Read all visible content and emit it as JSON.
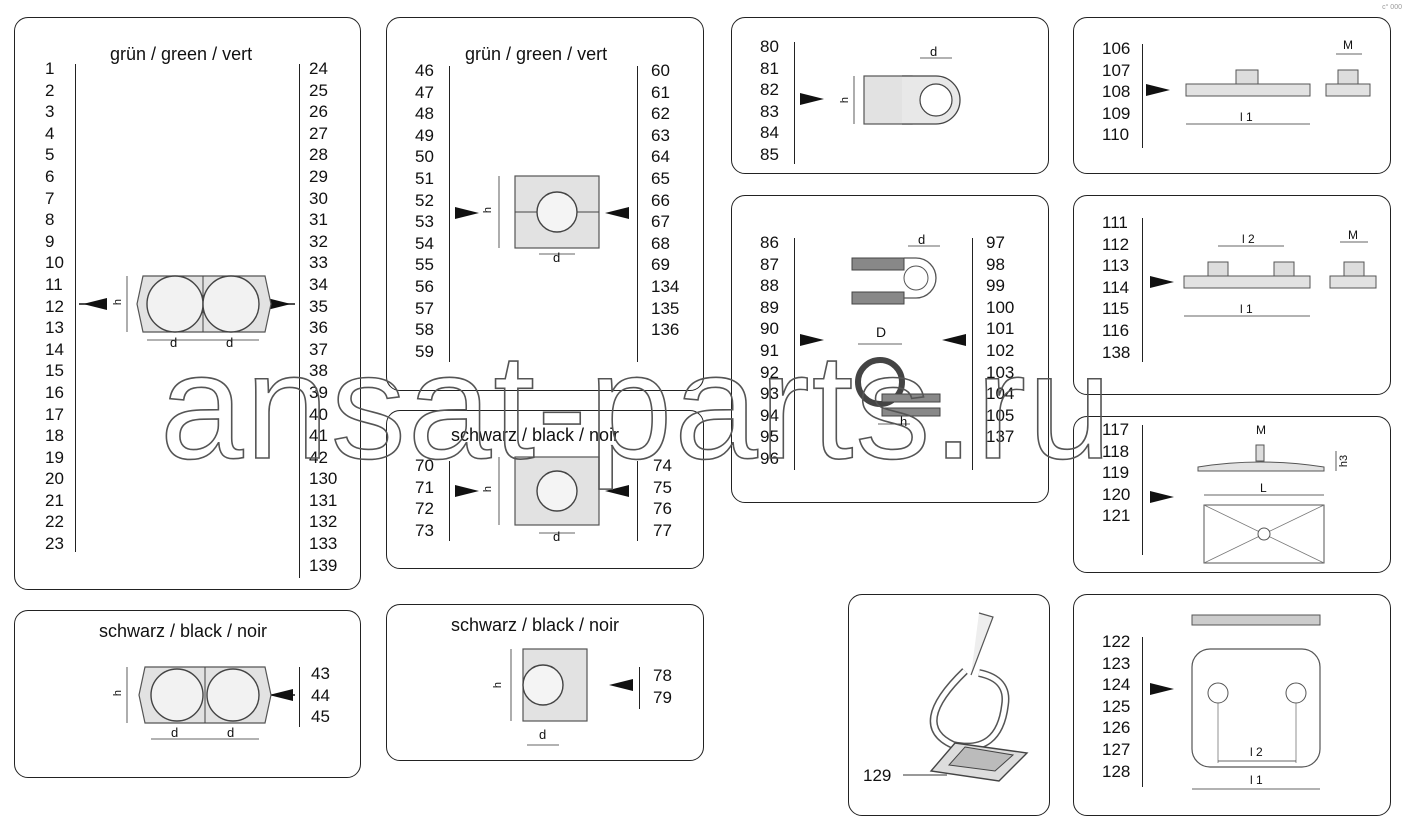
{
  "panels": {
    "p1": {
      "title": "grün / green / vert",
      "left": [
        "1",
        "2",
        "3",
        "4",
        "5",
        "6",
        "7",
        "8",
        "9",
        "10",
        "11",
        "12",
        "13",
        "14",
        "15",
        "16",
        "17",
        "18",
        "19",
        "20",
        "21",
        "22",
        "23"
      ],
      "right": [
        "24",
        "25",
        "26",
        "27",
        "28",
        "29",
        "30",
        "31",
        "32",
        "33",
        "34",
        "35",
        "36",
        "37",
        "38",
        "39",
        "40",
        "41",
        "42",
        "130",
        "131",
        "132",
        "133",
        "139"
      ],
      "dims": {
        "h": "h",
        "d1": "d",
        "d2": "d"
      }
    },
    "p2": {
      "title": "grün / green / vert",
      "left": [
        "46",
        "47",
        "48",
        "49",
        "50",
        "51",
        "52",
        "53",
        "54",
        "55",
        "56",
        "57",
        "58",
        "59"
      ],
      "right": [
        "60",
        "61",
        "62",
        "63",
        "64",
        "65",
        "66",
        "67",
        "68",
        "69",
        "134",
        "135",
        "136"
      ],
      "dims": {
        "h": "h",
        "d": "d"
      }
    },
    "p3": {
      "left": [
        "80",
        "81",
        "82",
        "83",
        "84",
        "85"
      ],
      "dims": {
        "h": "h",
        "d": "d"
      }
    },
    "p4": {
      "left": [
        "106",
        "107",
        "108",
        "109",
        "110"
      ],
      "dims": {
        "l1": "l 1",
        "m": "M"
      }
    },
    "p5": {
      "left": [
        "86",
        "87",
        "88",
        "89",
        "90",
        "91",
        "92",
        "93",
        "94",
        "95",
        "96"
      ],
      "right": [
        "97",
        "98",
        "99",
        "100",
        "101",
        "102",
        "103",
        "104",
        "105",
        "137"
      ],
      "dims": {
        "d": "d",
        "D": "D",
        "h": "h"
      }
    },
    "p6": {
      "left": [
        "111",
        "112",
        "113",
        "114",
        "115",
        "116",
        "138"
      ],
      "dims": {
        "l1": "l 1",
        "l2": "l 2",
        "m": "M"
      }
    },
    "p7": {
      "title": "schwarz / black / noir",
      "left": [
        "70",
        "71",
        "72",
        "73"
      ],
      "right": [
        "74",
        "75",
        "76",
        "77"
      ],
      "dims": {
        "h": "h",
        "d": "d"
      }
    },
    "p8": {
      "left": [
        "117",
        "118",
        "119",
        "120",
        "121"
      ],
      "dims": {
        "m": "M",
        "h3": "h3",
        "L": "L"
      }
    },
    "p9": {
      "title": "schwarz / black / noir",
      "right": [
        "43",
        "44",
        "45"
      ],
      "dims": {
        "h": "h",
        "d1": "d",
        "d2": "d"
      }
    },
    "p10": {
      "title": "schwarz / black / noir",
      "right": [
        "78",
        "79"
      ],
      "dims": {
        "h": "h",
        "d": "d"
      }
    },
    "p11": {
      "label": "129"
    },
    "p12": {
      "left": [
        "122",
        "123",
        "124",
        "125",
        "126",
        "127",
        "128"
      ],
      "dims": {
        "l1": "l 1",
        "l2": "l 2"
      }
    }
  },
  "watermark": "ansat-parts.ru",
  "corner_mark": "c° 000"
}
